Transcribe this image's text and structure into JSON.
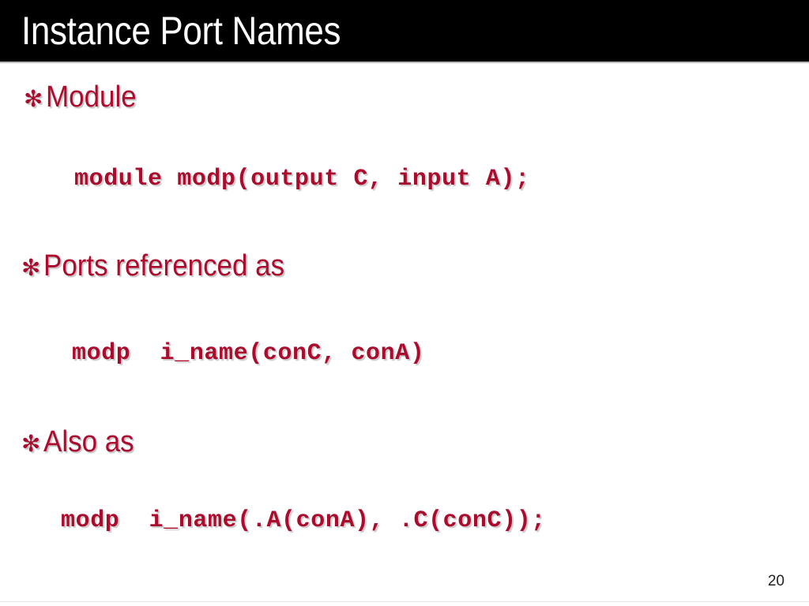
{
  "slide": {
    "title": "Instance Port Names",
    "page_number": "20",
    "colors": {
      "title_bar_background": "#000000",
      "title_text": "#ffffff",
      "accent_red": "#ad0c2f",
      "code_red": "#ab0c2e",
      "slide_background": "#ffffff",
      "rule_gray": "#b9b9b9"
    },
    "bullets": [
      {
        "glyph": "✻",
        "label": "Module"
      },
      {
        "glyph": "✻",
        "label": "Ports referenced as"
      },
      {
        "glyph": "✻",
        "label": "Also as"
      }
    ],
    "code_lines": [
      {
        "text": "module modp(output C, input A);"
      },
      {
        "text": "modp  i_name(conC, conA)"
      },
      {
        "text": "modp  i_name(.A(conA), .C(conC));"
      }
    ]
  }
}
